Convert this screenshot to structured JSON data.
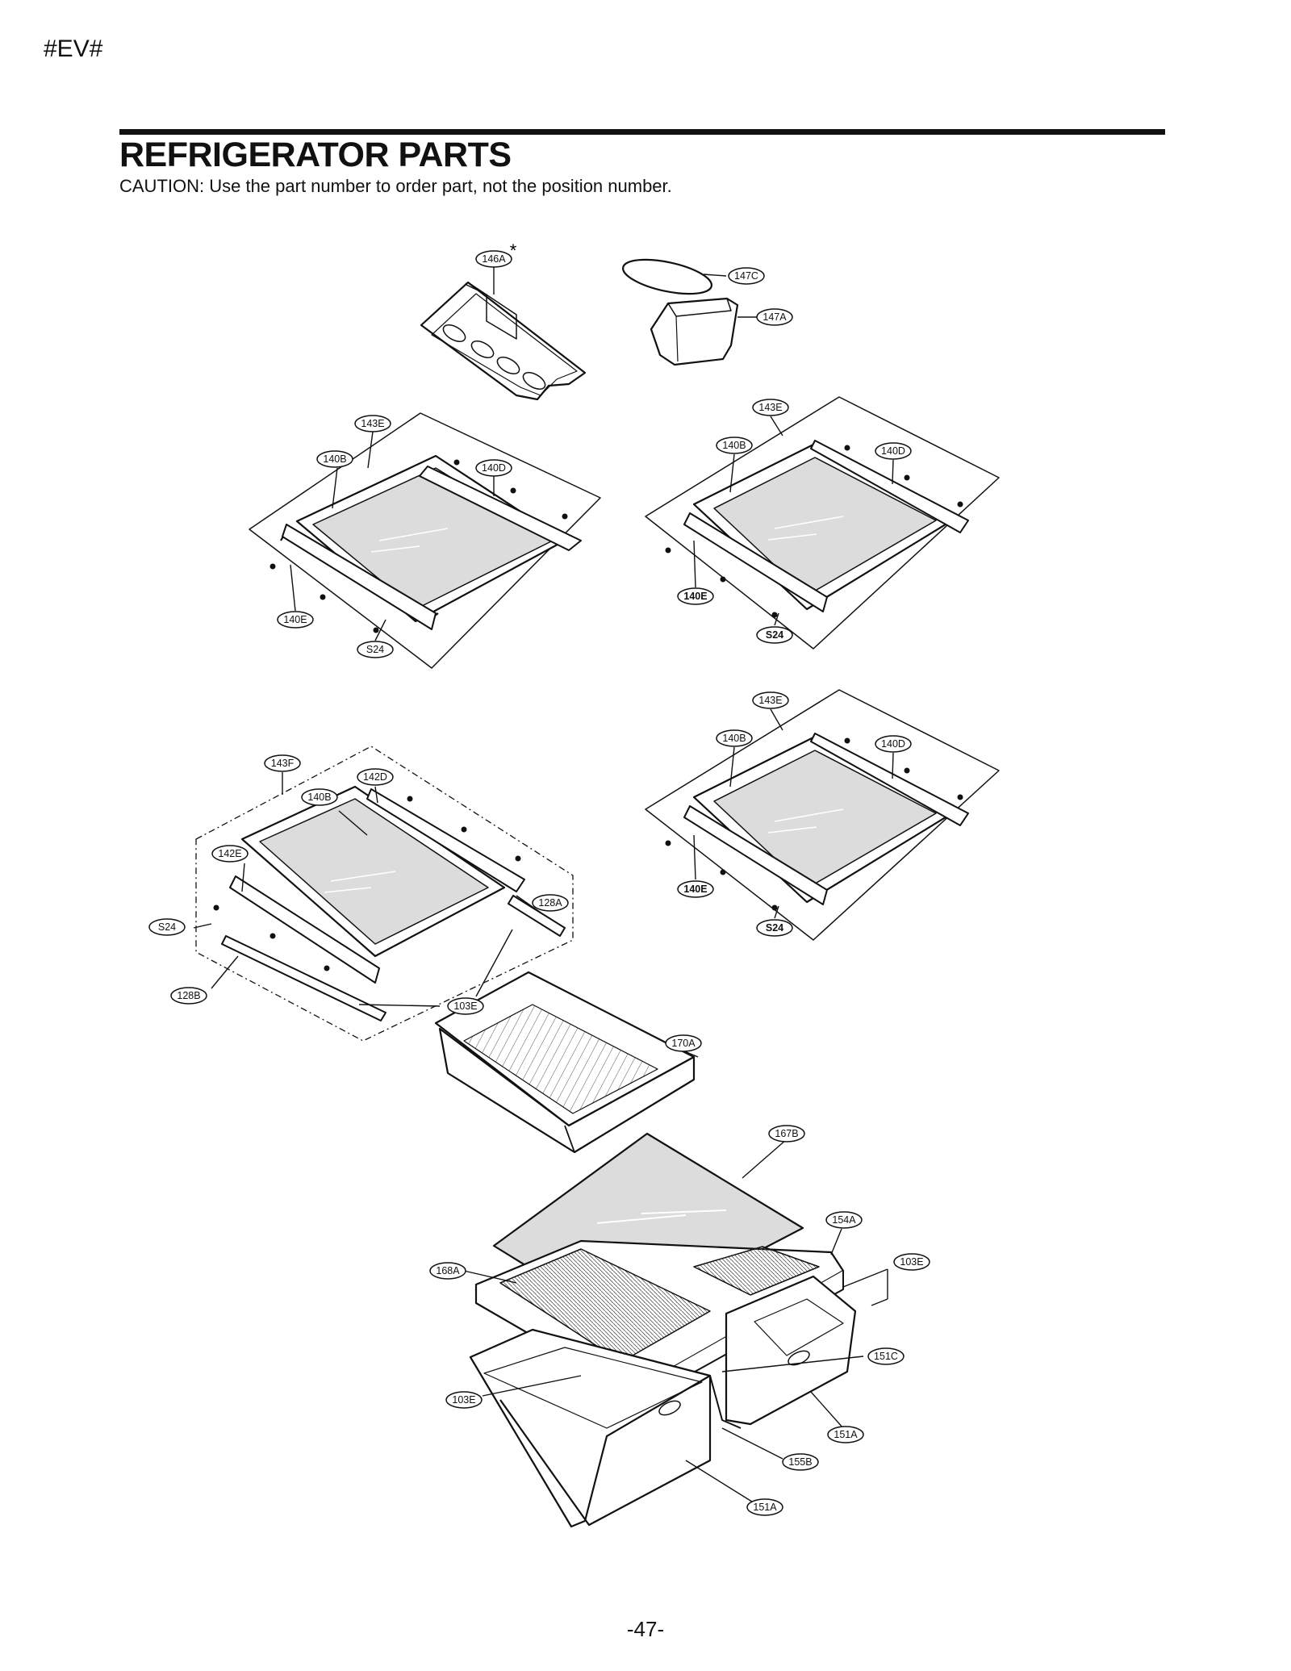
{
  "header": {
    "doc_code": "#EV#"
  },
  "title": "REFRIGERATOR PARTS",
  "caution": "CAUTION: Use the part number to order part, not the position number.",
  "asterisk": "*",
  "footer": {
    "page_number": "-47-"
  },
  "callouts": {
    "c146A": "146A",
    "c147C": "147C",
    "c147A": "147A",
    "s1_143E": "143E",
    "s1_140B": "140B",
    "s1_140D": "140D",
    "s1_140E": "140E",
    "s1_S24": "S24",
    "s2_143E": "143E",
    "s2_140B": "140B",
    "s2_140D": "140D",
    "s2_140E": "140E",
    "s2_S24": "S24",
    "s3_143E": "143E",
    "s3_140B": "140B",
    "s3_140D": "140D",
    "s3_140E": "140E",
    "s3_S24": "S24",
    "s4_143F": "143F",
    "s4_142D": "142D",
    "s4_140B": "140B",
    "s4_142E": "142E",
    "s4_S24": "S24",
    "s4_128A": "128A",
    "s4_128B": "128B",
    "c103E_a": "103E",
    "c170A": "170A",
    "c167B": "167B",
    "c154A": "154A",
    "c168A": "168A",
    "c103E_b": "103E",
    "c103E_c": "103E",
    "c151C": "151C",
    "c151A_a": "151A",
    "c155B": "155B",
    "c151A_b": "151A"
  }
}
